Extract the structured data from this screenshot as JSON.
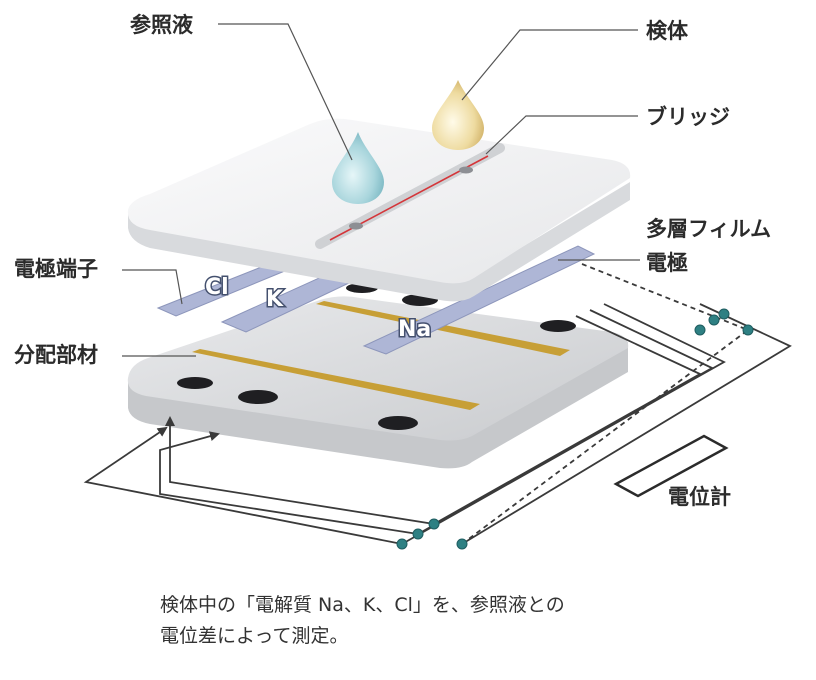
{
  "labels": {
    "reference_liquid": "参照液",
    "sample": "検体",
    "bridge": "ブリッジ",
    "multilayer_film": "多層フィルム",
    "electrode": "電極",
    "electrode_terminal": "電極端子",
    "distribution_member": "分配部材",
    "potentiometer": "電位計"
  },
  "ions": {
    "cl": "Cl",
    "k": "K",
    "na": "Na"
  },
  "caption": {
    "line1": "検体中の「電解質 Na、K、Cl」を、参照液との",
    "line2": "電位差によって測定。"
  },
  "colors": {
    "plate_top": "#f1f2f3",
    "plate_side": "#d9dbdd",
    "electrode_strip": "#aeb6d6",
    "distribution_strip": "#c79f36",
    "reference_drop": "#9fd0d8",
    "sample_drop": "#e8d58e",
    "bridge_line": "#d4363a",
    "terminal_dot": "#2e8083",
    "wire": "#3a3a3a"
  }
}
